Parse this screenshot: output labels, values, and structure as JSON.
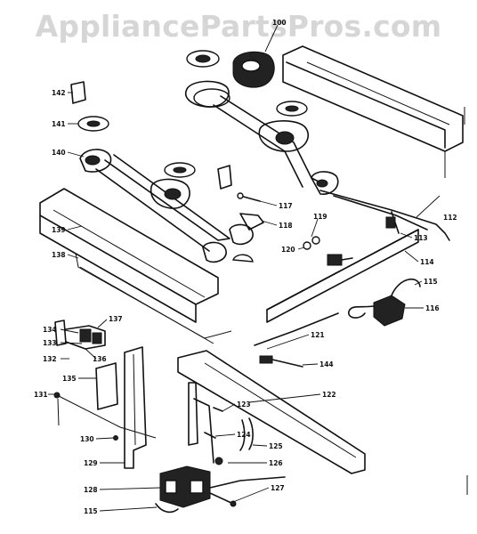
{
  "watermark": "AppliancePartsPros.com",
  "callouts": [
    {
      "id": "c100",
      "text": "100"
    },
    {
      "id": "c142",
      "text": "142"
    },
    {
      "id": "c141",
      "text": "141"
    },
    {
      "id": "c140",
      "text": "140"
    },
    {
      "id": "c139",
      "text": "139"
    },
    {
      "id": "c138",
      "text": "138"
    },
    {
      "id": "c137",
      "text": "137"
    },
    {
      "id": "c134",
      "text": "134"
    },
    {
      "id": "c133",
      "text": "133"
    },
    {
      "id": "c132",
      "text": "132"
    },
    {
      "id": "c136",
      "text": "136"
    },
    {
      "id": "c135",
      "text": "135"
    },
    {
      "id": "c131",
      "text": "131"
    },
    {
      "id": "c130",
      "text": "130"
    },
    {
      "id": "c129",
      "text": "129"
    },
    {
      "id": "c128",
      "text": "128"
    },
    {
      "id": "c115b",
      "text": "115"
    },
    {
      "id": "c117",
      "text": "117"
    },
    {
      "id": "c118",
      "text": "118"
    },
    {
      "id": "c119",
      "text": "119"
    },
    {
      "id": "c120",
      "text": "120"
    },
    {
      "id": "c112",
      "text": "112"
    },
    {
      "id": "c113",
      "text": "113"
    },
    {
      "id": "c114",
      "text": "114"
    },
    {
      "id": "c115",
      "text": "115"
    },
    {
      "id": "c116",
      "text": "116"
    },
    {
      "id": "c121",
      "text": "121"
    },
    {
      "id": "c144",
      "text": "144"
    },
    {
      "id": "c122",
      "text": "122"
    },
    {
      "id": "c123",
      "text": "123"
    },
    {
      "id": "c124",
      "text": "124"
    },
    {
      "id": "c125",
      "text": "125"
    },
    {
      "id": "c126",
      "text": "126"
    },
    {
      "id": "c127",
      "text": "127"
    }
  ]
}
